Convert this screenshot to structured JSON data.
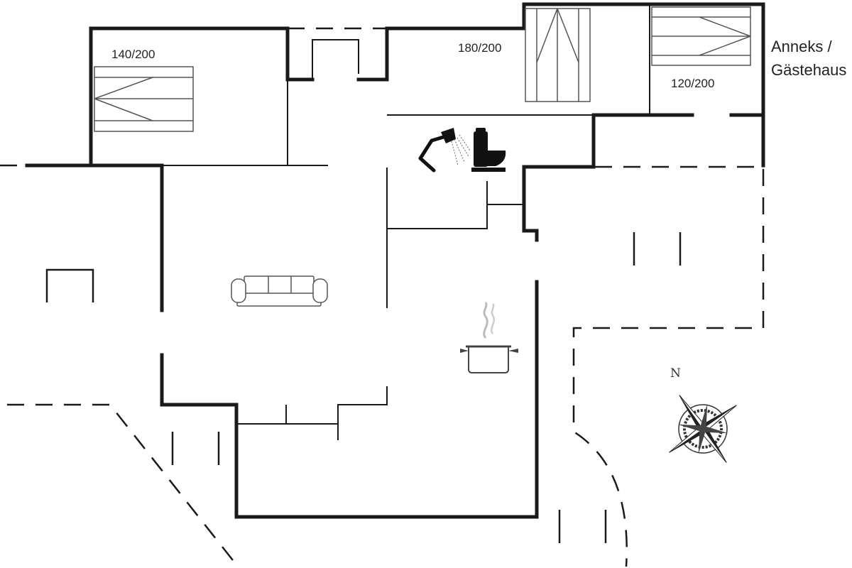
{
  "bedrooms": [
    {
      "id": "left",
      "bed_size": "140/200"
    },
    {
      "id": "annex-middle",
      "bed_size": "180/200"
    },
    {
      "id": "annex-right",
      "bed_size": "120/200"
    }
  ],
  "annex": {
    "line1": "Anneks /",
    "line2": "Gästehaus"
  },
  "compass": {
    "north_letter": "N"
  },
  "colors": {
    "wall": "#1a1a1a",
    "furniture": "#555555",
    "fixture": "#111111",
    "background": "#ffffff"
  },
  "icons": [
    "bed-icon",
    "sofa-icon",
    "cooking-pot-icon",
    "shower-icon",
    "toilet-icon",
    "compass-rose-icon"
  ]
}
